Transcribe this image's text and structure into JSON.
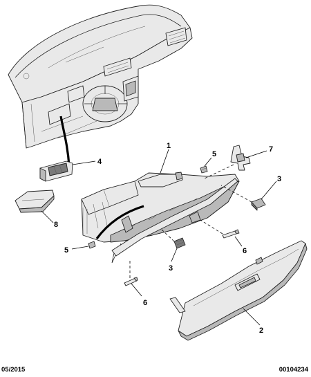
{
  "callouts": {
    "c1": "1",
    "c2": "2",
    "c3a": "3",
    "c3b": "3",
    "c4": "4",
    "c5a": "5",
    "c5b": "5",
    "c6a": "6",
    "c6b": "6",
    "c7": "7",
    "c8": "8"
  },
  "footer": {
    "date": "05/2015",
    "reference": "00104234"
  }
}
